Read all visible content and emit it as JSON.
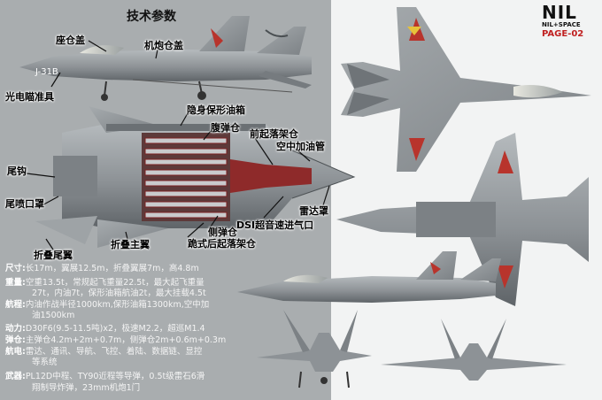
{
  "page": {
    "title": "技术参数",
    "logo_text": "NIL",
    "logo_subtext": "NIL+SPACE",
    "page_number": "PAGE-02"
  },
  "callouts": [
    {
      "id": "canopy",
      "text": "座仓盖"
    },
    {
      "id": "gun-cover",
      "text": "机炮仓盖"
    },
    {
      "id": "eots",
      "text": "光电瞄准具"
    },
    {
      "id": "stealth-tank",
      "text": "隐身保形油箱"
    },
    {
      "id": "belly-bay",
      "text": "腹弹仓"
    },
    {
      "id": "nose-gear-bay",
      "text": "前起落架仓"
    },
    {
      "id": "refuel-probe",
      "text": "空中加油管"
    },
    {
      "id": "tail-hook",
      "text": "尾钩"
    },
    {
      "id": "nozzle",
      "text": "尾喷口罩"
    },
    {
      "id": "radome",
      "text": "雷达罩"
    },
    {
      "id": "dsi-inlet",
      "text": "DSI超音速进气口"
    },
    {
      "id": "side-bay",
      "text": "侧弹仓"
    },
    {
      "id": "main-gear-bay",
      "text": "跪式后起落架仓"
    },
    {
      "id": "folding-tail",
      "text": "折叠尾翼"
    },
    {
      "id": "folding-wing",
      "text": "折叠主翼"
    }
  ],
  "aircraft_label": "J-31B",
  "specs": [
    {
      "key": "尺寸:",
      "lines": [
        "长17m，翼展12.5m，折叠翼展7m，高4.8m"
      ]
    },
    {
      "key": "重量:",
      "lines": [
        "空重13.5t，常规起飞重量22.5t，最大起飞重量",
        "27t，内油7t，保形油箱航油2t，最大挂载4.5t"
      ]
    },
    {
      "key": "航程:",
      "lines": [
        "内油作战半径1000km,保形油箱1300km,空中加",
        "油1500km"
      ]
    },
    {
      "key": "动力:",
      "lines": [
        "D30F6(9.5-11.5吨)x2，极速M2.2，超巡M1.4"
      ]
    },
    {
      "key": "弹仓:",
      "lines": [
        "主弹仓4.2m+2m+0.7m，侧弹仓2m+0.6m+0.3m"
      ]
    },
    {
      "key": "航电:",
      "lines": [
        "雷达、通讯、导航、飞控、着陆、数据链、显控",
        "等系统"
      ]
    },
    {
      "key": "武器:",
      "lines": [
        "PL12D中程、TY90近程等导弹，0.5t级雷石6滑",
        "翔制导炸弹，23mm机炮1门"
      ]
    }
  ],
  "colors": {
    "background": "#f2f3f3",
    "panel": "#a9adaf",
    "aircraft_gray": "#8d9296",
    "aircraft_dark": "#5f6468",
    "insignia_red": "#b8342c",
    "insignia_yellow": "#e7c23a",
    "bay_red": "#8e2a2a"
  }
}
